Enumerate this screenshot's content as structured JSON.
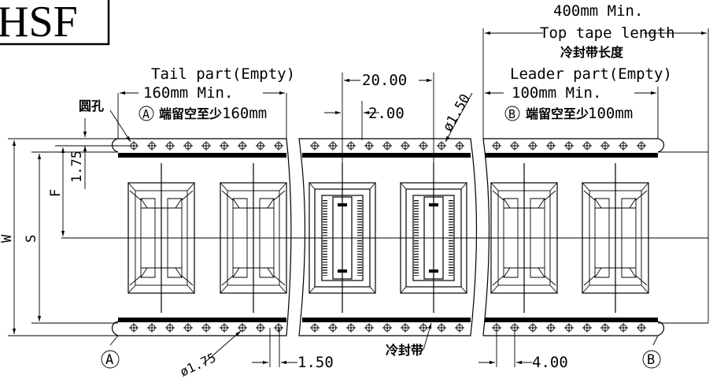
{
  "logo": {
    "text": "HSF"
  },
  "labels": {
    "top_tape_min": "400mm Min.",
    "top_tape_length": "Top tape length",
    "top_tape_cn": "冷封带长度",
    "tail_title": "Tail part(Empty)",
    "tail_min": "160mm Min.",
    "tail_marker": "A",
    "tail_cn": "端留空至少",
    "tail_cn_val": "160mm",
    "leader_title": "Leader part(Empty)",
    "leader_min": "100mm Min.",
    "leader_marker": "B",
    "leader_cn": "端留空至少",
    "leader_cn_val": "100mm",
    "round_hole_cn": "圆孔",
    "cover_tape_cn": "冷封带",
    "end_a": "A",
    "end_b": "B"
  },
  "dimensions": {
    "pitch_20": "20.00",
    "pitch_2": "2.00",
    "hole_dia_150": "ø1.50",
    "edge_175": "1.75",
    "f": "F",
    "w": "W",
    "s": "S",
    "hole_dia_175": "ø1.75",
    "d_150": "1.50",
    "d_400": "4.00"
  },
  "colors": {
    "ink": "#000000",
    "paper": "#ffffff"
  }
}
